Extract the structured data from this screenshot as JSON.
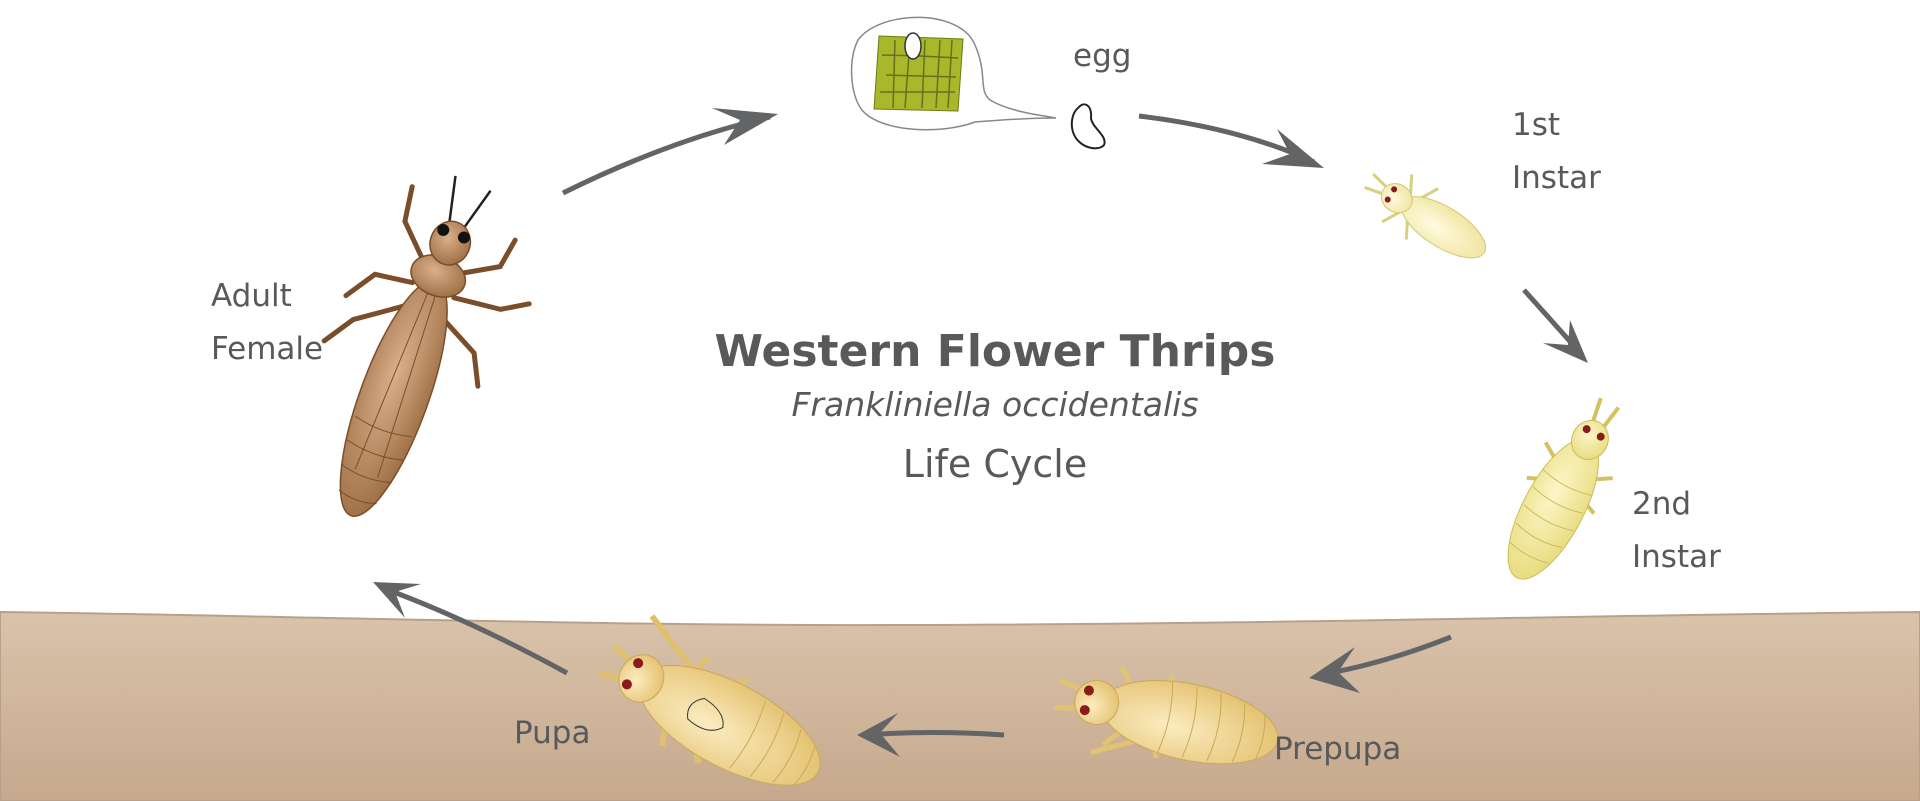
{
  "title": "Western Flower Thrips",
  "scientific_name": "Frankliniella occidentalis",
  "subtitle": "Life Cycle",
  "stages": {
    "egg": "egg",
    "first_instar": [
      "1st",
      "Instar"
    ],
    "second_instar": [
      "2nd",
      "Instar"
    ],
    "prepupa": "Prepupa",
    "pupa": "Pupa",
    "adult_female": [
      "Adult",
      "Female"
    ]
  },
  "colors": {
    "text": "#58595b",
    "arrow": "#636466",
    "soil": "#cfb69c",
    "leaf": "#a8b82a",
    "adult": "#a9774a",
    "larva": "#f1eaa8",
    "pupa": "#e8c97c"
  }
}
